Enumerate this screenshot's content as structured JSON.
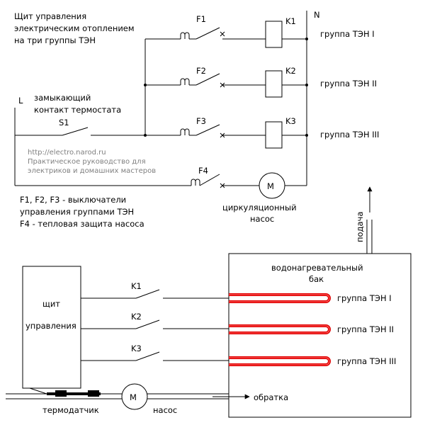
{
  "schematic": {
    "title_lines": [
      "Щит управления",
      "электрическим отоплением",
      "на три группы ТЭН"
    ],
    "terminal_L": "L",
    "terminal_N": "N",
    "thermostat_lines": [
      "замыкающий",
      "контакт термостата"
    ],
    "switch_s1": "S1",
    "breakers": [
      "F1",
      "F2",
      "F3",
      "F4"
    ],
    "contactors": [
      "K1",
      "K2",
      "K3"
    ],
    "groups": [
      "группа ТЭН I",
      "группа ТЭН II",
      "группа ТЭН III"
    ],
    "motor_symbol": "M",
    "pump_lines": [
      "циркуляционный",
      "насос"
    ],
    "watermark_lines": [
      "http://electro.narod.ru",
      "Практическое руководство для",
      "электриков и домашних мастеров"
    ],
    "legend_lines": [
      "F1, F2, F3 - выключатели",
      "управления группами ТЭН",
      "F4 - тепловая защита насоса"
    ]
  },
  "installation": {
    "panel_lines": [
      "щит",
      "управления"
    ],
    "contacts": [
      "K1",
      "K2",
      "K3"
    ],
    "tank_lines": [
      "водонагревательный",
      "бак"
    ],
    "heaters": [
      "группа ТЭН I",
      "группа ТЭН II",
      "группа ТЭН III"
    ],
    "supply_label": "подача",
    "return_label": "обратка",
    "sensor_label": "термодатчик",
    "pump_label": "насос",
    "motor_symbol": "M"
  },
  "colors": {
    "heater": "#e00000",
    "heater_light": "#ff6a6a",
    "line": "#000000",
    "watermark": "#808080"
  }
}
